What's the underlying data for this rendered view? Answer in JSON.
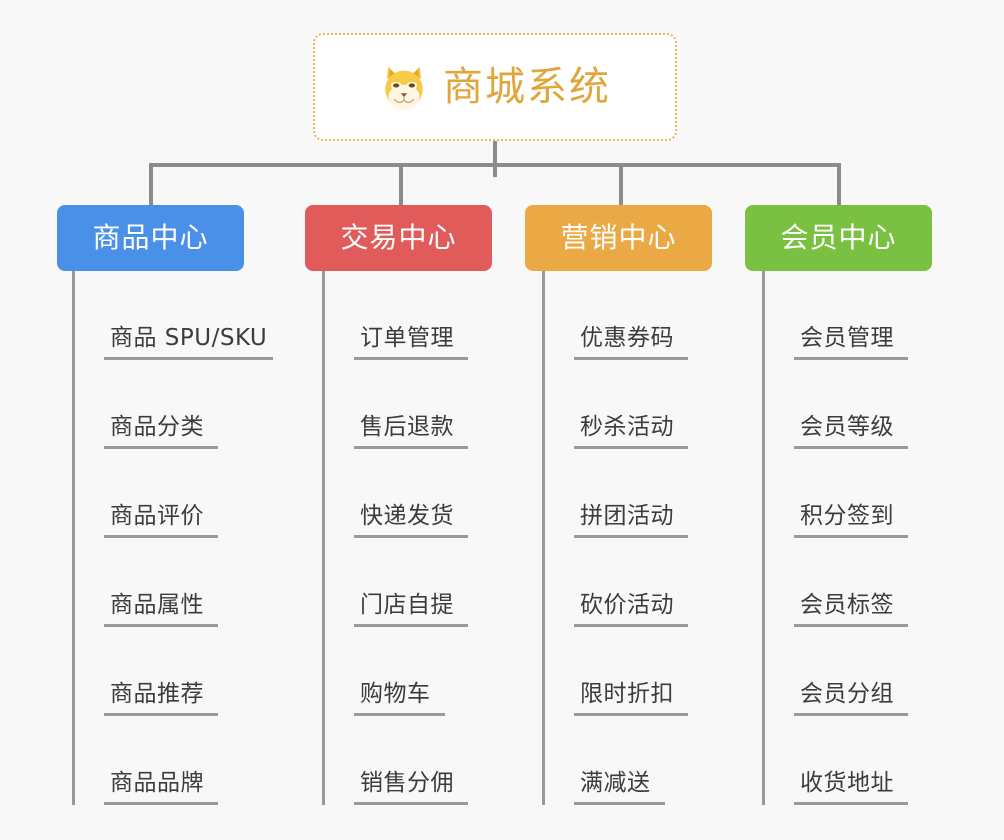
{
  "page": {
    "background_color": "#f8f8f9",
    "connector_color": "#8c8c8c",
    "leaf_line_color": "#9a9a9a",
    "leaf_text_color": "#3c3c3c"
  },
  "root": {
    "title": "商城系统",
    "icon": "shiba-dog-face-icon",
    "title_color": "#e2a53c",
    "border_color": "#eab55a",
    "background_color": "#ffffff"
  },
  "categories": [
    {
      "label": "商品中心",
      "color": "#4a90e8",
      "items": [
        "商品 SPU/SKU",
        "商品分类",
        "商品评价",
        "商品属性",
        "商品推荐",
        "商品品牌"
      ]
    },
    {
      "label": "交易中心",
      "color": "#e15b5b",
      "items": [
        "订单管理",
        "售后退款",
        "快递发货",
        "门店自提",
        "购物车",
        "销售分佣"
      ]
    },
    {
      "label": "营销中心",
      "color": "#eba945",
      "items": [
        "优惠券码",
        "秒杀活动",
        "拼团活动",
        "砍价活动",
        "限时折扣",
        "满减送"
      ]
    },
    {
      "label": "会员中心",
      "color": "#7ac142",
      "items": [
        "会员管理",
        "会员等级",
        "积分签到",
        "会员标签",
        "会员分组",
        "收货地址"
      ]
    }
  ]
}
